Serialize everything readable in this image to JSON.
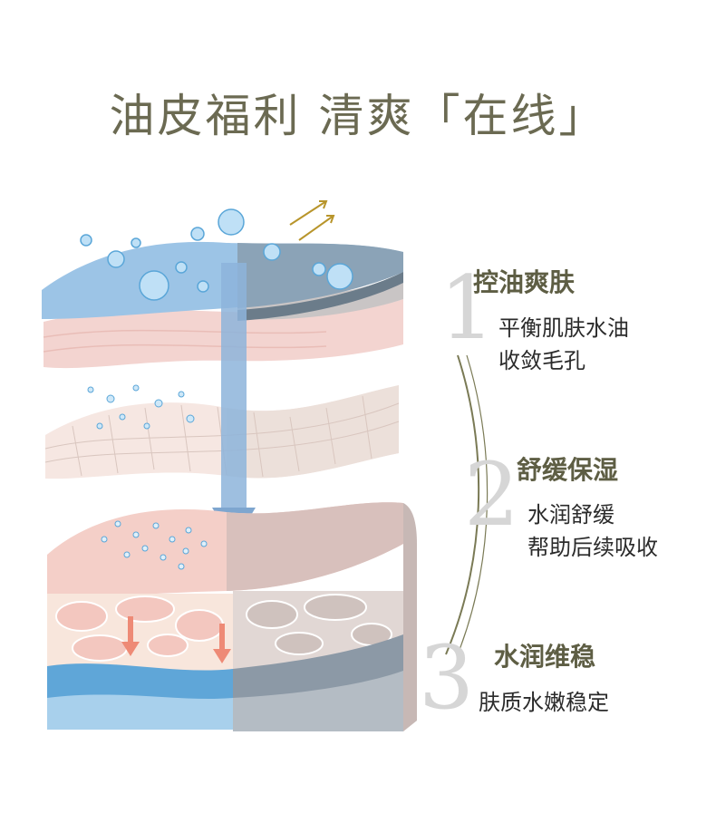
{
  "title": "油皮福利 清爽「在线」",
  "features": [
    {
      "num": "1",
      "title": "控油爽肤",
      "lines": [
        "平衡肌肤水油",
        "收敛毛孔"
      ]
    },
    {
      "num": "2",
      "title": "舒缓保湿",
      "lines": [
        "水润舒缓",
        "帮助后续吸收"
      ]
    },
    {
      "num": "3",
      "title": "水润维稳",
      "lines": [
        "肤质水嫩稳定"
      ]
    }
  ],
  "colors": {
    "title": "#6b6a52",
    "accent_line": "#7a7a55",
    "numbers": "#d6d6d6"
  }
}
